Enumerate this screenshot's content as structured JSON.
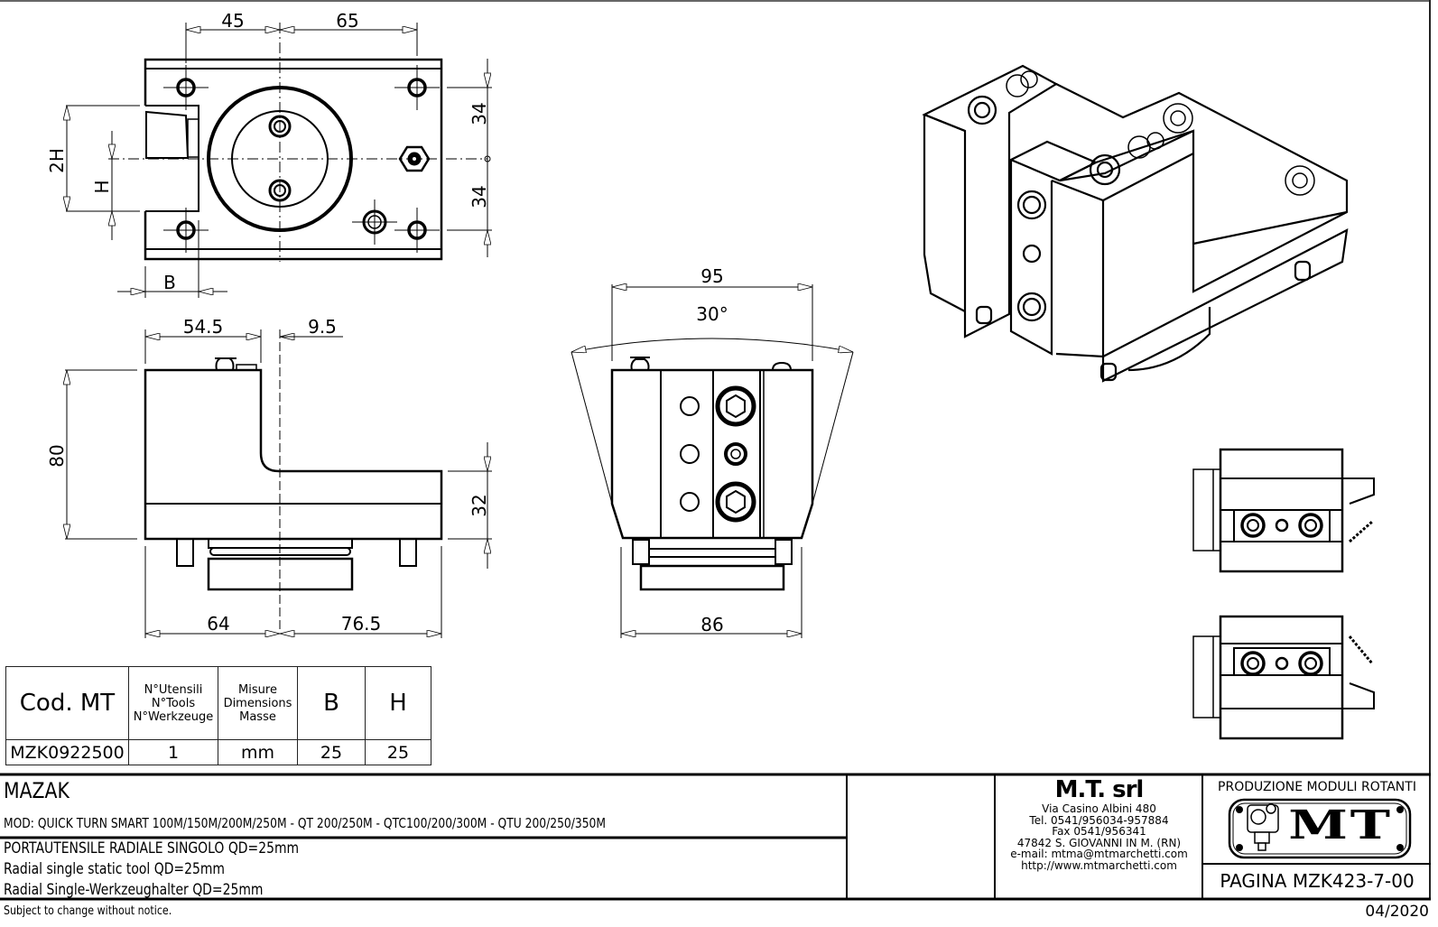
{
  "views": {
    "top": {
      "dims": {
        "d45": "45",
        "d65": "65",
        "d34a": "34",
        "d34b": "34",
        "d2H": "2H",
        "dH": "H",
        "dB": "B"
      }
    },
    "side": {
      "dims": {
        "d54_5": "54.5",
        "d9_5": "9.5",
        "d80": "80",
        "d32": "32",
        "d64": "64",
        "d76_5": "76.5"
      }
    },
    "front": {
      "dims": {
        "d95": "95",
        "angle": "30°",
        "d86": "86"
      }
    }
  },
  "spec_table": {
    "headers": {
      "code": "Cod. MT",
      "tools": [
        "N°Utensili",
        "N°Tools",
        "N°Werkzeuge"
      ],
      "dims": [
        "Misure",
        "Dimensions",
        "Masse"
      ],
      "b": "B",
      "h": "H"
    },
    "row": {
      "code": "MZK0922500",
      "tools": "1",
      "dims": "mm",
      "b": "25",
      "h": "25"
    }
  },
  "title_block": {
    "brand": "MAZAK",
    "models": "MOD: QUICK TURN SMART 100M/150M/200M/250M - QT 200/250M - QTC100/200/300M - QTU 200/250/350M",
    "desc_it": "PORTAUTENSILE RADIALE SINGOLO QD=25mm",
    "desc_en": "Radial single static tool QD=25mm",
    "desc_de": "Radial Single-Werkzeughalter QD=25mm",
    "company": {
      "name": "M.T. srl",
      "address": "Via Casino Albini 480",
      "tel": "Tel. 0541/956034-957884",
      "fax": "Fax 0541/956341",
      "city": "47842 S. GIOVANNI IN M. (RN)",
      "email": "e-mail: mtma@mtmarchetti.com",
      "web": "http://www.mtmarchetti.com"
    },
    "production": "PRODUZIONE MODULI ROTANTI",
    "logo_text": "MT",
    "page": "PAGINA MZK423-7-00"
  },
  "footer": {
    "notice": "Subject to change without notice.",
    "date": "04/2020"
  }
}
